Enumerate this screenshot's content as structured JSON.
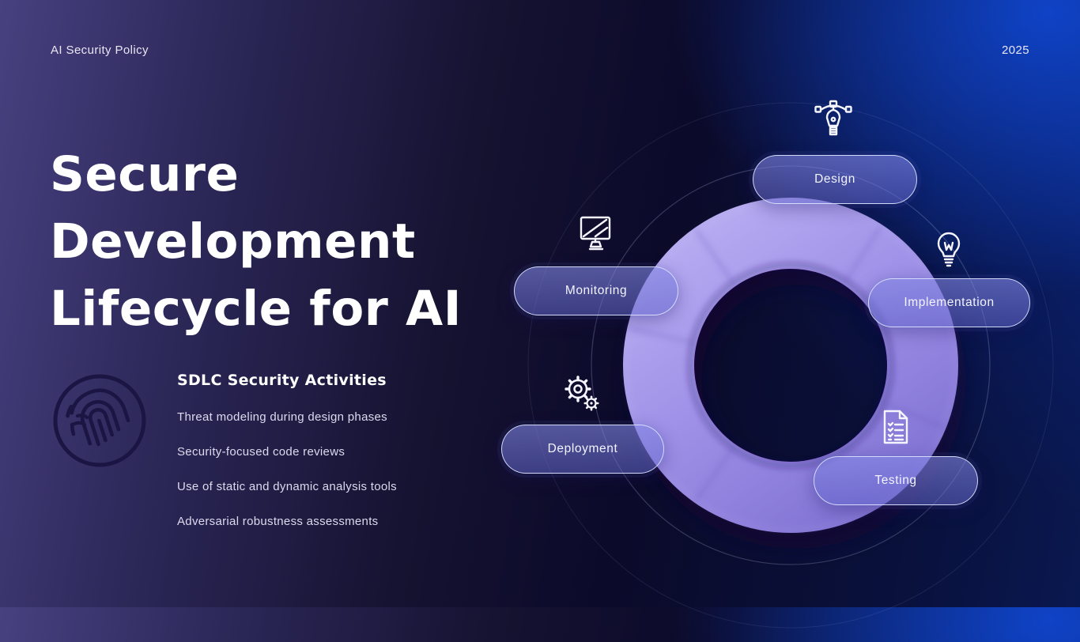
{
  "header": {
    "left_label": "AI Security Policy",
    "right_label": "2025"
  },
  "title": {
    "full": "Secure Development Lifecycle for AI",
    "lines": [
      "Secure",
      "Development",
      "Lifecycle for AI"
    ]
  },
  "activities": {
    "heading": "SDLC Security Activities",
    "items": [
      "Threat modeling during design phases",
      "Security-focused code reviews",
      "Use of static and dynamic analysis tools",
      "Adversarial robustness assessments"
    ]
  },
  "lifecycle": {
    "stages": [
      {
        "label": "Design",
        "icon": "pen-tool-icon",
        "position": "top"
      },
      {
        "label": "Implementation",
        "icon": "lightbulb-icon",
        "position": "right"
      },
      {
        "label": "Testing",
        "icon": "checklist-document-icon",
        "position": "bottom-right"
      },
      {
        "label": "Deployment",
        "icon": "gears-icon",
        "position": "bottom-left"
      },
      {
        "label": "Monitoring",
        "icon": "monitor-icon",
        "position": "left"
      }
    ]
  },
  "colors": {
    "background_purple": "#474180",
    "background_dark": "#0b0a2a",
    "background_blue": "#0c2f9f",
    "donut_light": "#b5a9f0",
    "donut_dark": "#8273d4",
    "pill_fill": "rgba(110,114,216,0.58)",
    "pill_border": "#d8e0ff",
    "fingerprint": "#1b1544",
    "text_primary": "#ffffff",
    "text_secondary": "#dcdaee"
  }
}
